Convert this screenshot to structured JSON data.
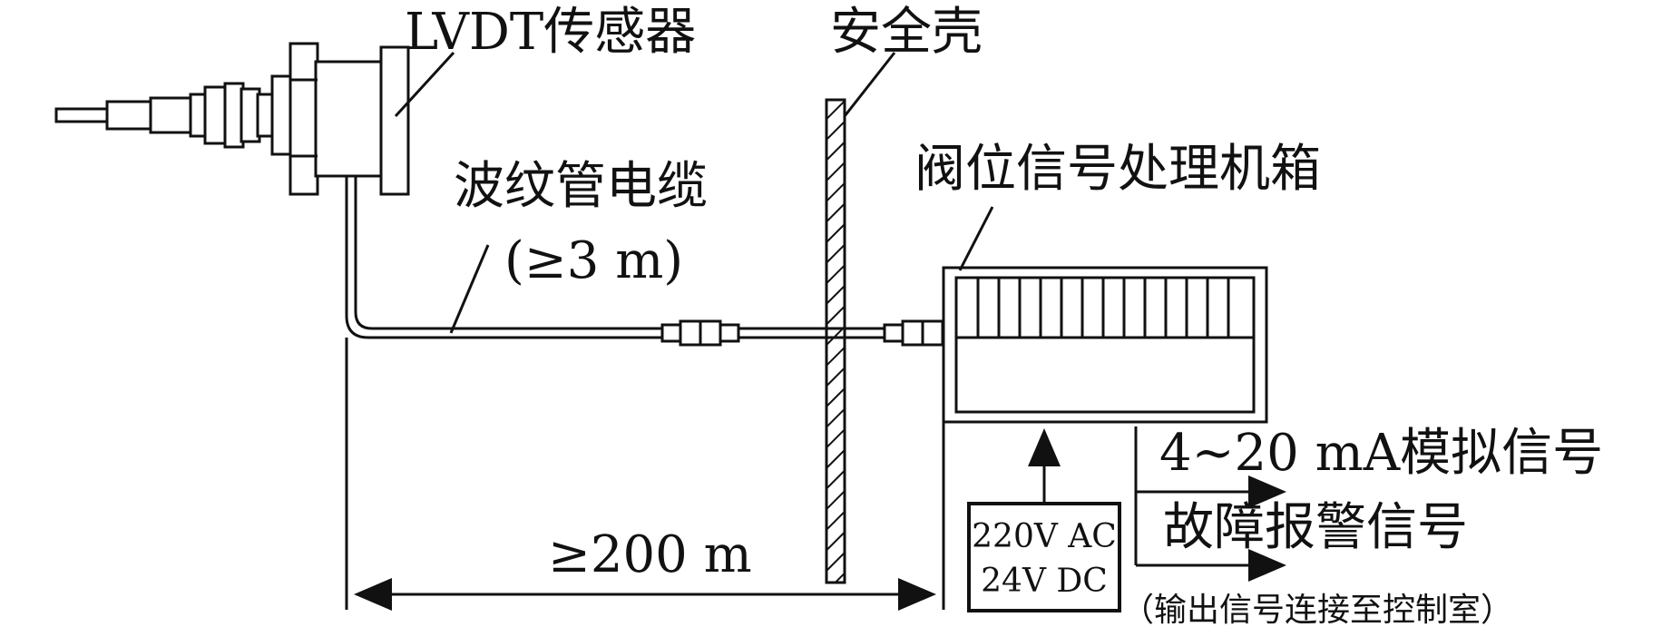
{
  "labels": {
    "lvdt_sensor": "LVDT传感器",
    "safety_shell": "安全壳",
    "bellows_cable": "波纹管电缆",
    "cable_length": "(≥3 m)",
    "processing_chassis": "阀位信号处理机箱",
    "analog_signal": "4~20 mA模拟信号",
    "fault_alarm_signal": "故障报警信号",
    "output_note": "（输出信号连接至控制室）",
    "distance": "≥200 m",
    "power_ac": "220V AC",
    "power_dc": "24V DC"
  },
  "colors": {
    "stroke": "#111111",
    "background": "#ffffff"
  }
}
